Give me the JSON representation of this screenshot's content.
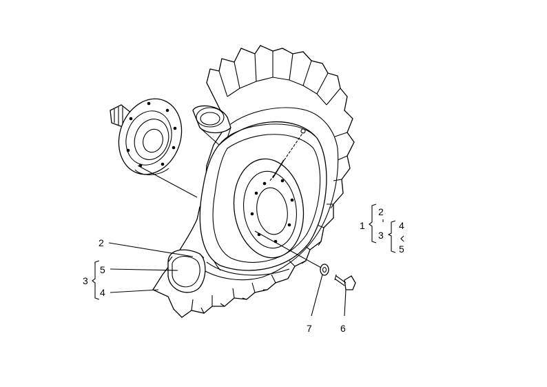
{
  "diagram": {
    "callouts": {
      "c1": "1",
      "c2_right": "2",
      "c3_right": "3",
      "c4_right": "4",
      "c5_right": "5",
      "c2_left": "2",
      "c3_left": "3",
      "c4_left": "4",
      "c5_left": "5",
      "c6": "6",
      "c7": "7"
    },
    "icons": [
      "tractor-wheel-illustration",
      "hub-flange-illustration",
      "bolt-illustration",
      "washer-illustration",
      "valve-illustration"
    ]
  }
}
